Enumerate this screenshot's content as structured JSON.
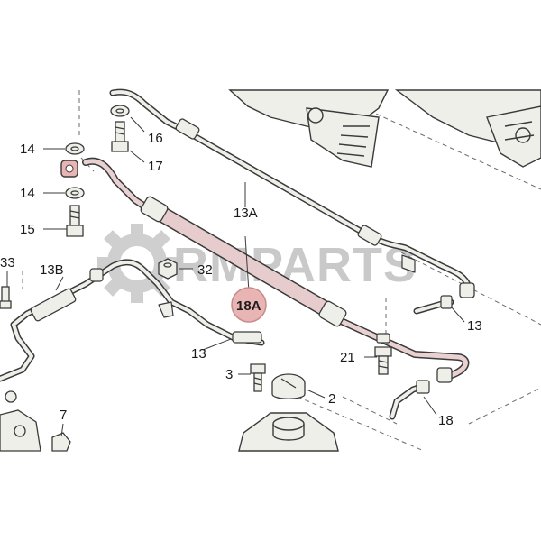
{
  "watermark": {
    "text": "RMPARTS",
    "color": "#c9c9c9"
  },
  "colors": {
    "line": "#3a3a3a",
    "pipe_fill": "#efefe9",
    "pipe_highlight": "#c98a8a",
    "highlight_badge": "#e8b4b4",
    "dash": "#6b6b6b"
  },
  "callouts": [
    {
      "id": "c14a",
      "text": "14"
    },
    {
      "id": "c14b",
      "text": "14"
    },
    {
      "id": "c15",
      "text": "15"
    },
    {
      "id": "c16",
      "text": "16"
    },
    {
      "id": "c17",
      "text": "17"
    },
    {
      "id": "c13A",
      "text": "13A"
    },
    {
      "id": "c18A",
      "text": "18A"
    },
    {
      "id": "c33",
      "text": "33"
    },
    {
      "id": "c13B",
      "text": "13B"
    },
    {
      "id": "c32",
      "text": "32"
    },
    {
      "id": "c13a",
      "text": "13"
    },
    {
      "id": "c13b",
      "text": "13"
    },
    {
      "id": "c21",
      "text": "21"
    },
    {
      "id": "c3",
      "text": "3"
    },
    {
      "id": "c2",
      "text": "2"
    },
    {
      "id": "c18",
      "text": "18"
    },
    {
      "id": "c7",
      "text": "7"
    }
  ]
}
